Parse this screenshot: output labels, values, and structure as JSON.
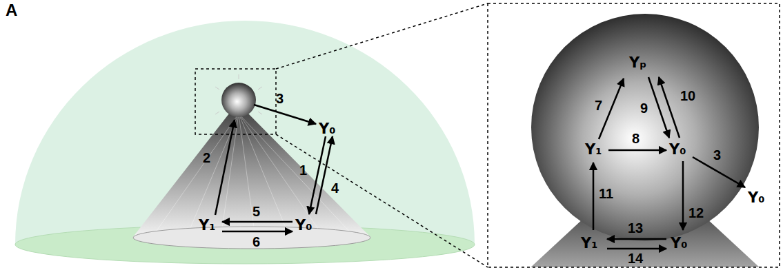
{
  "diagram": {
    "labels": [
      "A",
      "2",
      "3",
      "Y₀",
      "1",
      "4",
      "5",
      "Y₁",
      "Y₀",
      "6",
      "Yₚ",
      "7",
      "9",
      "10",
      "Y₁",
      "8",
      "Y₀",
      "3",
      "Y₀",
      "11",
      "12",
      "13",
      "Y₁",
      "Y₀",
      "14"
    ]
  }
}
